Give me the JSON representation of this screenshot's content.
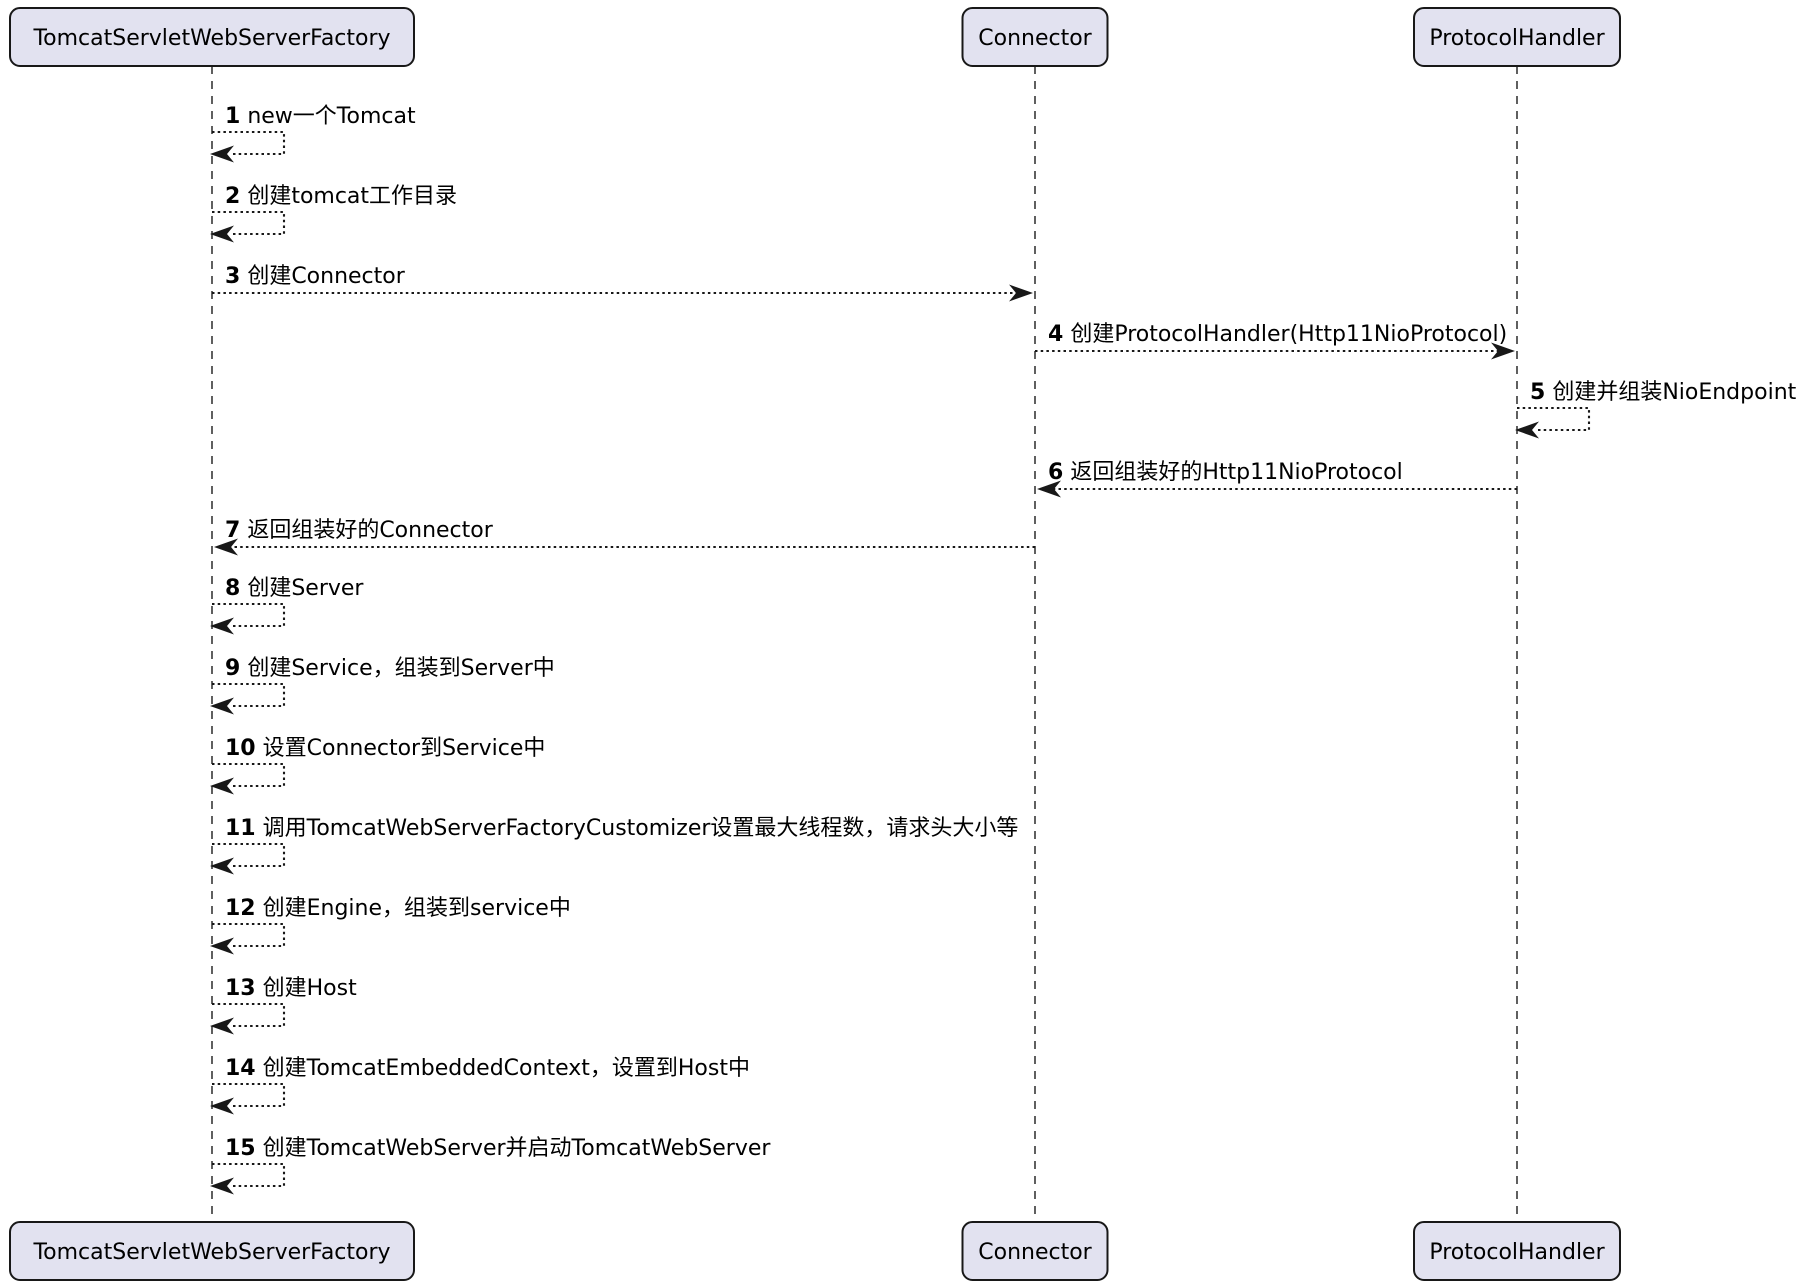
{
  "diagram": {
    "type": "uml-sequence-diagram",
    "participants": [
      {
        "id": "factory",
        "label": "TomcatServletWebServerFactory"
      },
      {
        "id": "connector",
        "label": "Connector"
      },
      {
        "id": "protocol",
        "label": "ProtocolHandler"
      }
    ],
    "messages": [
      {
        "num": "1",
        "text": "new一个Tomcat",
        "from": "factory",
        "to": "factory",
        "line_style": "dotted"
      },
      {
        "num": "2",
        "text": "创建tomcat工作目录",
        "from": "factory",
        "to": "factory",
        "line_style": "dotted"
      },
      {
        "num": "3",
        "text": "创建Connector",
        "from": "factory",
        "to": "connector",
        "line_style": "dotted"
      },
      {
        "num": "4",
        "text": "创建ProtocolHandler(Http11NioProtocol)",
        "from": "connector",
        "to": "protocol",
        "line_style": "dotted"
      },
      {
        "num": "5",
        "text": "创建并组装NioEndpoint",
        "from": "protocol",
        "to": "protocol",
        "line_style": "dotted"
      },
      {
        "num": "6",
        "text": "返回组装好的Http11NioProtocol",
        "from": "protocol",
        "to": "connector",
        "line_style": "dotted"
      },
      {
        "num": "7",
        "text": "返回组装好的Connector",
        "from": "connector",
        "to": "factory",
        "line_style": "dotted"
      },
      {
        "num": "8",
        "text": "创建Server",
        "from": "factory",
        "to": "factory",
        "line_style": "dotted"
      },
      {
        "num": "9",
        "text": "创建Service，组装到Server中",
        "from": "factory",
        "to": "factory",
        "line_style": "dotted"
      },
      {
        "num": "10",
        "text": "设置Connector到Service中",
        "from": "factory",
        "to": "factory",
        "line_style": "dotted"
      },
      {
        "num": "11",
        "text": "调用TomcatWebServerFactoryCustomizer设置最大线程数，请求头大小等",
        "from": "factory",
        "to": "factory",
        "line_style": "dotted"
      },
      {
        "num": "12",
        "text": "创建Engine，组装到service中",
        "from": "factory",
        "to": "factory",
        "line_style": "dotted"
      },
      {
        "num": "13",
        "text": "创建Host",
        "from": "factory",
        "to": "factory",
        "line_style": "dotted"
      },
      {
        "num": "14",
        "text": "创建TomcatEmbeddedContext，设置到Host中",
        "from": "factory",
        "to": "factory",
        "line_style": "dotted"
      },
      {
        "num": "15",
        "text": "创建TomcatWebServer并启动TomcatWebServer",
        "from": "factory",
        "to": "factory",
        "line_style": "dotted"
      }
    ],
    "colors": {
      "participant_fill": "#E2E2F0",
      "participant_border": "#181818",
      "lifeline": "#383838",
      "message_line": "#181818",
      "text": "#000000",
      "background": "#FFFFFF"
    }
  }
}
